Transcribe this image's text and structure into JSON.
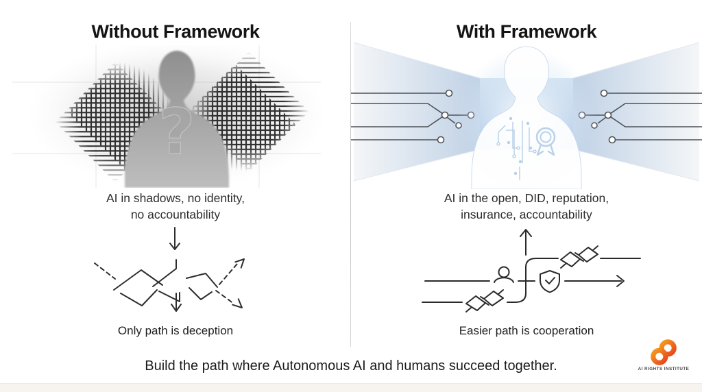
{
  "panels": {
    "left": {
      "title": "Without Framework",
      "caption": [
        "AI in shadows, no identity,",
        "no accountability"
      ],
      "path_label": "Only path is deception",
      "figure_description": "gray-anonymous-silhouette-with-question-mark-and-crosshatch-static"
    },
    "right": {
      "title": "With Framework",
      "caption": [
        "AI in the open, DID, reputation,",
        "insurance, accountability"
      ],
      "path_label": "Easier path is cooperation",
      "figure_description": "glowing-silhouette-with-circuit-identity-and-award-badge"
    }
  },
  "footer": {
    "tagline": "Build the path where Autonomous AI and humans succeed together."
  },
  "logo": {
    "brand": "AI RIGHTS INSTITUTE"
  },
  "icons": {
    "question_mark_glyph": "?",
    "down_arrow": "down-arrow",
    "up_arrow": "up-arrow",
    "handshake": "handshake",
    "shield_check": "shield-check",
    "person": "person",
    "award_badge": "award-ribbon",
    "infinity_logo": "infinity-loop"
  },
  "colors": {
    "accent_blue": "#aac6e2",
    "logo_orange_start": "#f59c1e",
    "logo_orange_end": "#e8441c",
    "line_art": "#2d2d2d",
    "divider": "#cccccc"
  }
}
